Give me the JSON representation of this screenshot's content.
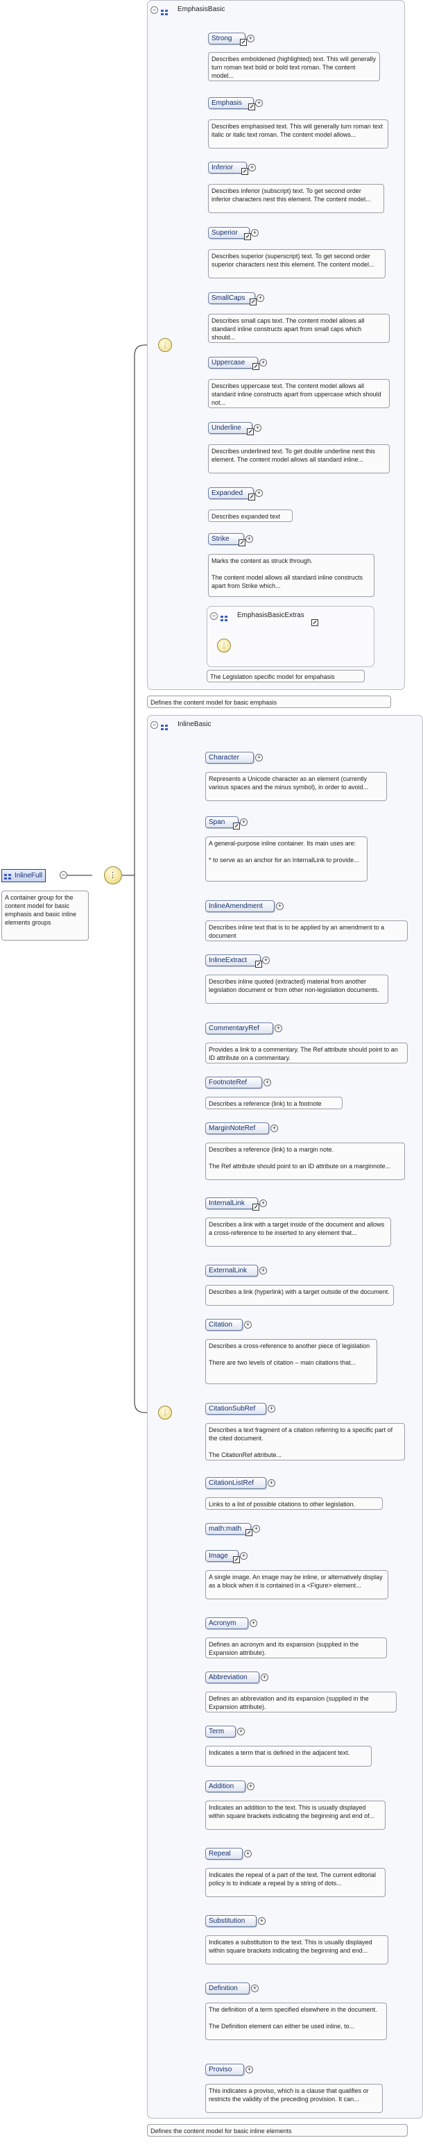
{
  "root": {
    "label": "InlineFull",
    "doc": "A container group for the content model for basic emphasis and basic inline elements groups",
    "icon": "group-icon"
  },
  "emphasis_basic": {
    "title": "EmphasisBasic",
    "group_doc": "Defines the content model for basic emphasis",
    "elements": [
      {
        "label": "Strong",
        "doc": "Describes emboldened (highlighted) text. This will generally turn roman text bold or bold text roman. The content model..."
      },
      {
        "label": "Emphasis",
        "doc": "Describes emphasised text. This will generally turn roman text italic or italic text roman. The content model allows..."
      },
      {
        "label": "Inferior",
        "doc": "Describes inferior (subscript) text. To get second order inferior characters nest this element. The content model..."
      },
      {
        "label": "Superior",
        "doc": "Describes superior (superscript) text. To get second order superior characters nest this element. The content model..."
      },
      {
        "label": "SmallCaps",
        "doc": "Describes small caps text. The content model allows all standard inline constructs apart from small caps which should..."
      },
      {
        "label": "Uppercase",
        "doc": "Describes uppercase text. The content model allows all standard inline constructs apart from uppercase which should not..."
      },
      {
        "label": "Underline",
        "doc": "Describes underlined text. To get double underline nest this element. The content model allows all standard inline..."
      },
      {
        "label": "Expanded",
        "doc": "Describes expanded text"
      },
      {
        "label": "Strike",
        "doc": "Marks the content as struck through.\n\nThe content model allows all standard inline constructs apart from Strike which..."
      }
    ],
    "extras": {
      "title": "EmphasisBasicExtras",
      "doc": "The Legislation specific model for empahasis"
    }
  },
  "inline_basic": {
    "title": "InlineBasic",
    "group_doc": "Defines the content model for basic inline elements",
    "elements": [
      {
        "label": "Character",
        "doc": "Represents a Unicode character as an element (currently various spaces and the minus symbol), in order to avoid..."
      },
      {
        "label": "Span",
        "doc": "A general-purpose inline container. Its main uses are:\n\n * to serve as an anchor for an InternalLink to provide..."
      },
      {
        "label": "InlineAmendment",
        "doc": "Describes inline text that is to be applied by an amendment to a document"
      },
      {
        "label": "InlineExtract",
        "doc": "Describes inline quoted (extracted) material from another legislation document or from other non-legislation documents."
      },
      {
        "label": "CommentaryRef",
        "doc": "Provides a link to a commentary. The Ref attribute should point to an ID attribute on a commentary."
      },
      {
        "label": "FootnoteRef",
        "doc": "Describes a reference (link) to a footnote"
      },
      {
        "label": "MarginNoteRef",
        "doc": "Describes a reference (link) to a margin note.\n\nThe Ref attribute should point to an ID attribute on a marginnote..."
      },
      {
        "label": "InternalLink",
        "doc": "Describes a link with a target inside of the document and allows a cross-reference to be inserted to any element that..."
      },
      {
        "label": "ExternalLink",
        "doc": "Describes a link (hyperlink) with a target outside of the document."
      },
      {
        "label": "Citation",
        "doc": "Describes a cross-reference to another piece of legislation\n\nThere are two levels of citation – main citations that..."
      },
      {
        "label": "CitationSubRef",
        "doc": "Describes a text fragment of a citation referring to a specific part of the cited document.\n\nThe CitationRef attribute..."
      },
      {
        "label": "CitationListRef",
        "doc": "Links to a list of possible citations to other legislation."
      },
      {
        "label": "math:math",
        "doc": ""
      },
      {
        "label": "Image",
        "doc": "A single image. An image may be inline, or alternatively display as a block when it is contained in a <Figure> element..."
      },
      {
        "label": "Acronym",
        "doc": "Defines an acronym and its expansion (supplied in the Expansion attribute)."
      },
      {
        "label": "Abbreviation",
        "doc": "Defines an abbreviation and its expansion (supplied in the Expansion attribute)."
      },
      {
        "label": "Term",
        "doc": "Indicates a term that is defined in the adjacent text."
      },
      {
        "label": "Addition",
        "doc": "Indicates an addition to the text. This is usually displayed within square brackets indicating the beginning and end of..."
      },
      {
        "label": "Repeal",
        "doc": "Indicates the repeal of a part of the text. The current editorial policy is to indicate a repeal by a string of dots..."
      },
      {
        "label": "Substitution",
        "doc": "Indicates a substitution to the text. This is usually displayed within square brackets indicating the beginning and end..."
      },
      {
        "label": "Definition",
        "doc": "The definition of a term specified elsewhere in the document.\n\nThe Definition element can either be used inline, to..."
      },
      {
        "label": "Proviso",
        "doc": "This indicates a proviso, which is a clause that qualifies or restricts the validity of the preceding provision. It can..."
      }
    ]
  },
  "symbols": {
    "collapse": "−",
    "expand": "+",
    "choice": "⋮"
  },
  "colors": {
    "element_border": "#6c7fa6",
    "group_background": "#f7f8fb",
    "compositor": "#f0dc86",
    "connector": "#222222"
  }
}
